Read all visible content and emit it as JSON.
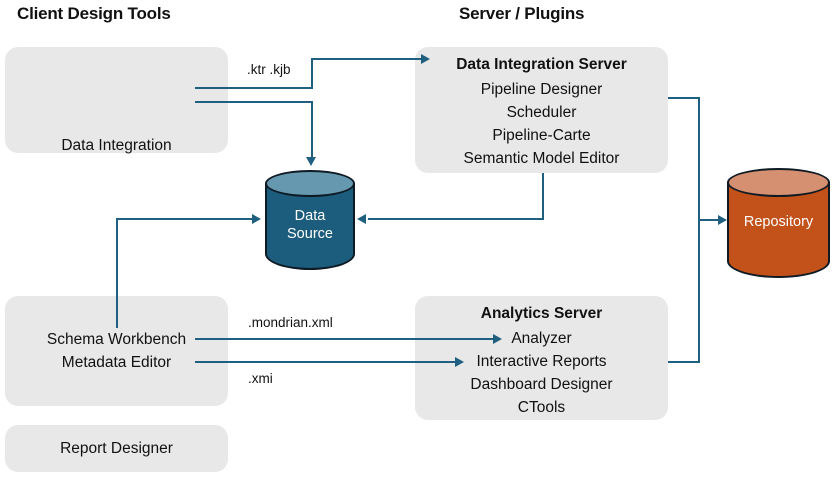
{
  "headers": {
    "client": "Client Design Tools",
    "server": "Server / Plugins"
  },
  "panels": {
    "data_integration": {
      "label": "Data Integration"
    },
    "di_server": {
      "title": "Data Integration Server",
      "items": [
        "Pipeline Designer",
        "Scheduler",
        "Pipeline-Carte",
        "Semantic Model Editor"
      ]
    },
    "client_tools": {
      "items": [
        "Schema Workbench",
        "Metadata Editor"
      ]
    },
    "analytics_server": {
      "title": "Analytics Server",
      "items": [
        "Analyzer",
        "Interactive Reports",
        "Dashboard Designer",
        "CTools"
      ]
    },
    "report_designer": {
      "label": "Report Designer"
    }
  },
  "datastores": {
    "data_source": {
      "line1": "Data",
      "line2": "Source"
    },
    "repository": {
      "label": "Repository"
    }
  },
  "edge_labels": {
    "ktr_kjb": ".ktr .kjb",
    "mondrian": ".mondrian.xml",
    "xmi": ".xmi"
  },
  "colors": {
    "panel_fill": "#E8E8E8",
    "connector": "#1F6080",
    "data_source_body": "#1C5C7C",
    "data_source_top": "#6699B0",
    "repository_body": "#C2511A",
    "repository_top": "#D49070",
    "text": "#111111"
  }
}
